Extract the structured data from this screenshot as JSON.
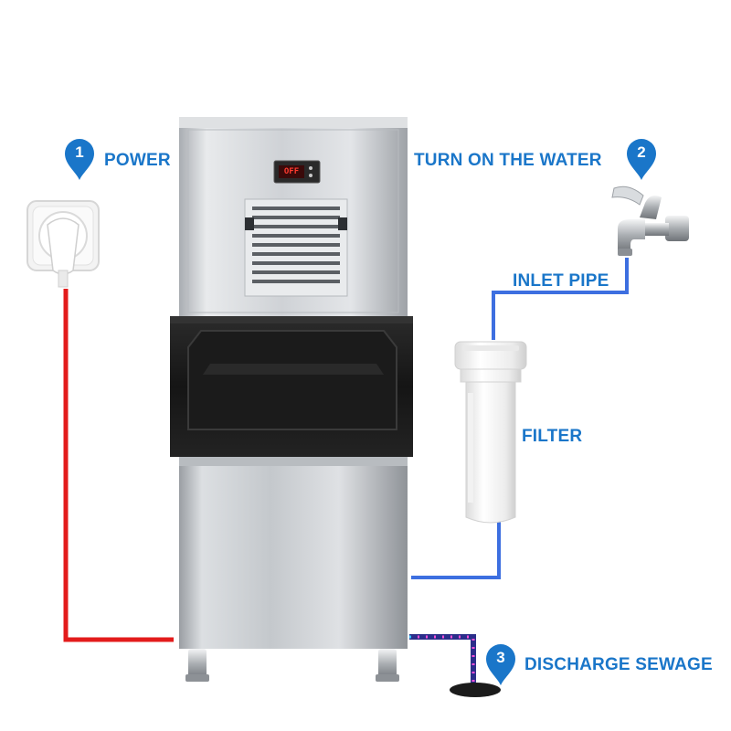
{
  "steps": [
    {
      "number": "1",
      "label": "POWER"
    },
    {
      "number": "2",
      "label": "TURN ON THE WATER"
    },
    {
      "number": "3",
      "label": "DISCHARGE SEWAGE"
    }
  ],
  "labels": {
    "inlet_pipe": "INLET PIPE",
    "filter": "FILTER"
  },
  "machine": {
    "display_value": "OFF"
  },
  "colors": {
    "accent_blue": "#1a76c9",
    "power_line": "#e31b1b",
    "water_line": "#3d6fe0",
    "sewage_line": "#2b2e8a",
    "steel": "#c9ccd0",
    "bin_black": "#1c1c1c"
  }
}
